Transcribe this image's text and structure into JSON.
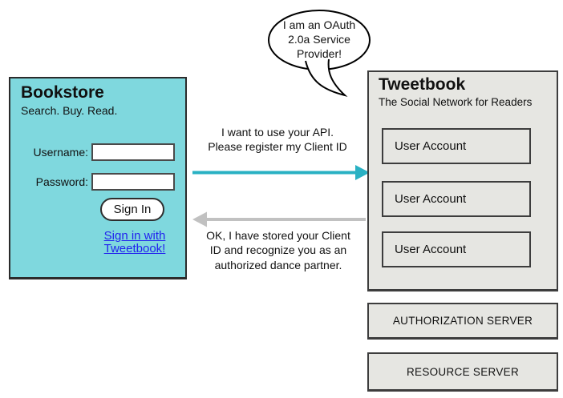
{
  "bookstore": {
    "title": "Bookstore",
    "tagline": "Search. Buy. Read.",
    "username_label": "Username:",
    "username_value": "",
    "password_label": "Password:",
    "password_value": "",
    "sign_in_label": "Sign In",
    "oauth_link_label": "Sign in with Tweetbook!"
  },
  "speech_bubble": {
    "text": "I am an OAuth 2.0a Service Provider!"
  },
  "tweetbook": {
    "title": "Tweetbook",
    "subtitle": "The Social Network for Readers",
    "user_accounts": [
      "User Account",
      "User Account",
      "User Account"
    ]
  },
  "servers": {
    "authorization": "AUTHORIZATION SERVER",
    "resource": "RESOURCE SERVER"
  },
  "messages": {
    "request": "I want to use your API. Please register my Client ID",
    "response": "OK, I have stored your Client ID and recognize you as an authorized dance partner."
  },
  "colors": {
    "bookstore_fill": "#7fd8de",
    "panel_fill": "#e6e6e2",
    "request_arrow": "#29b1c3",
    "response_arrow": "#c1c1c1",
    "link_blue": "#2222ee"
  }
}
